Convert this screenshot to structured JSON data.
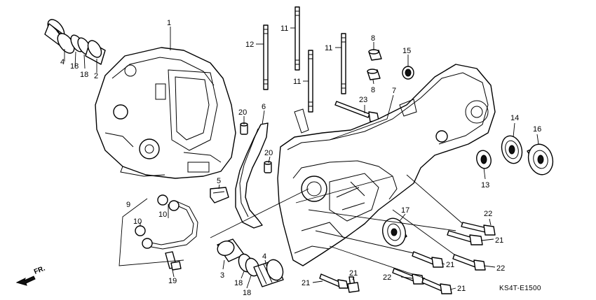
{
  "diagram": {
    "code": "KS4T-E1500",
    "direction_label": "FR.",
    "callouts": [
      "1",
      "2",
      "4",
      "18",
      "18",
      "12",
      "11",
      "11",
      "11",
      "8",
      "8",
      "15",
      "7",
      "23",
      "20",
      "20",
      "6",
      "5",
      "9",
      "10",
      "10",
      "19",
      "3",
      "4",
      "18",
      "18",
      "14",
      "16",
      "13",
      "17",
      "22",
      "21",
      "21",
      "22",
      "22",
      "21",
      "21",
      "21"
    ]
  }
}
